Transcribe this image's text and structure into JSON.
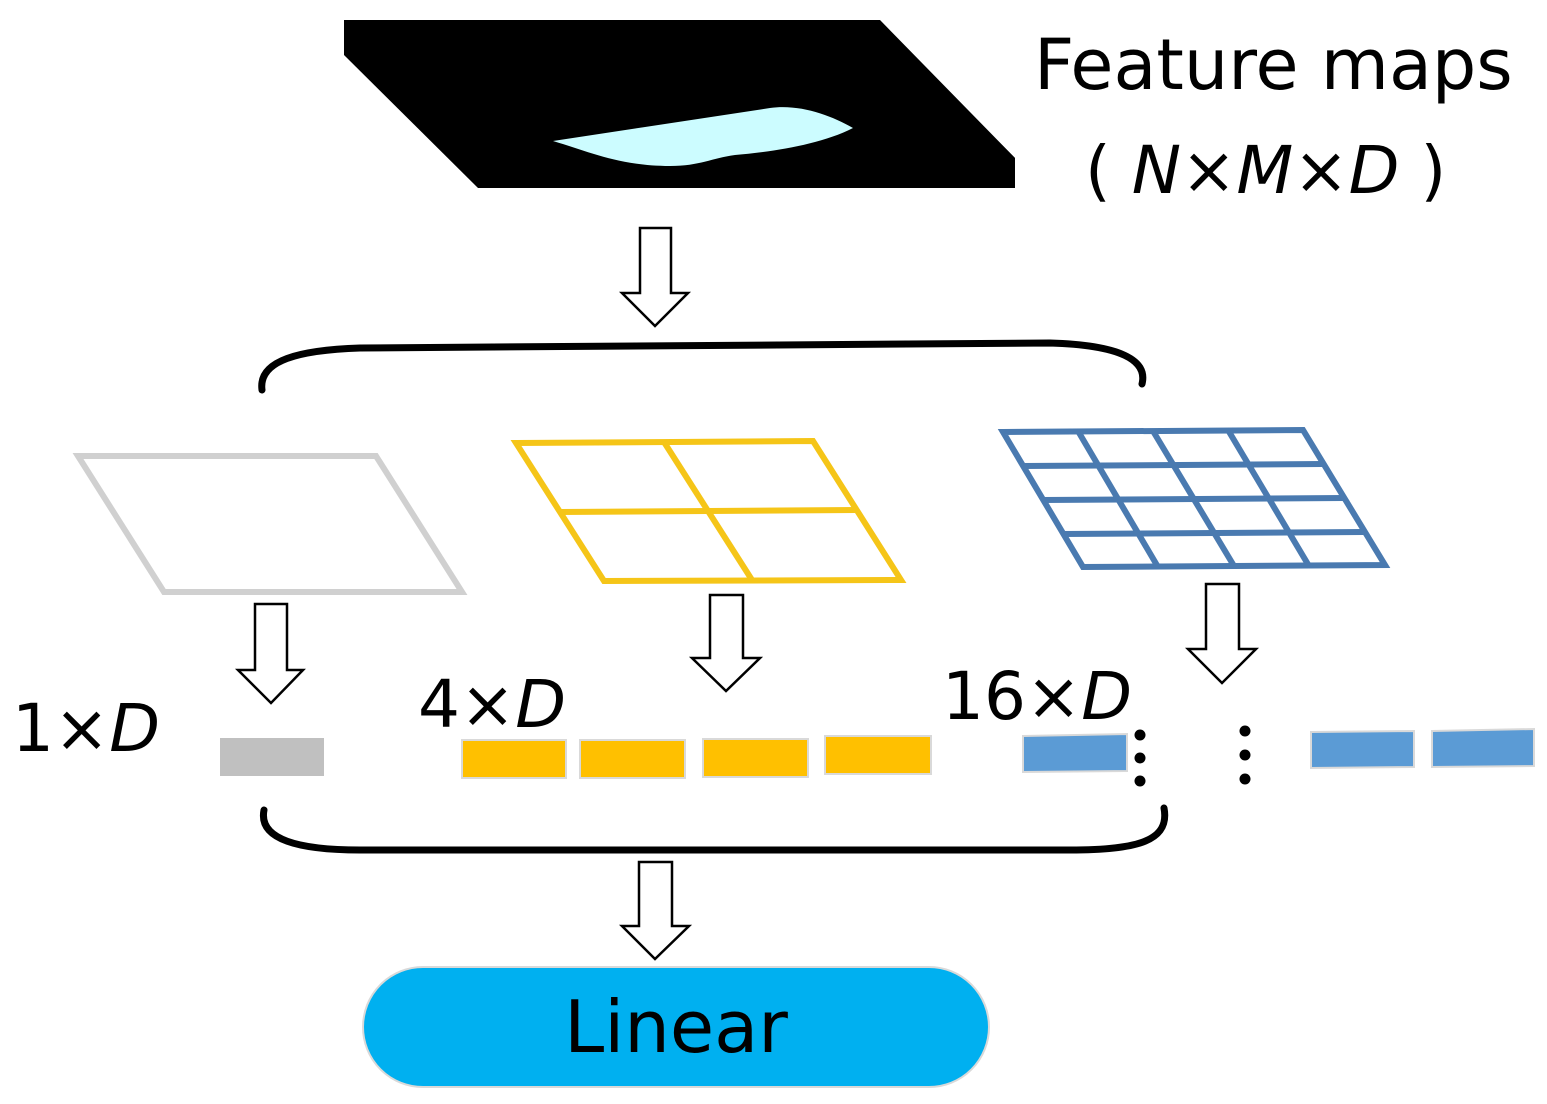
{
  "labels": {
    "feature_maps": "Feature maps",
    "dims_open": "(",
    "dims_expr": "N×M×D",
    "dims_close": ")",
    "level1_num": "1×",
    "level1_var": "D",
    "level2_num": "4×",
    "level2_var": "D",
    "level3_num": "16×",
    "level3_var": "D",
    "linear": "Linear"
  },
  "pyramid_levels": [
    {
      "grid": "1x1",
      "bins": 1,
      "color": "#d0d0d0"
    },
    {
      "grid": "2x2",
      "bins": 4,
      "color": "#f5c518"
    },
    {
      "grid": "4x4",
      "bins": 16,
      "color": "#4a7ab0"
    }
  ],
  "colors": {
    "feature_map_fill": "#000000",
    "feature_map_side": "#303030",
    "feature_blob": "#ccfcff",
    "bin_grey": "#c0c0c0",
    "bin_yellow": "#ffc000",
    "bin_blue": "#5b9bd5",
    "linear_fill": "#00b0f0"
  },
  "icons": [
    "down-arrow-icon",
    "brace-icon",
    "ellipsis-icon"
  ]
}
